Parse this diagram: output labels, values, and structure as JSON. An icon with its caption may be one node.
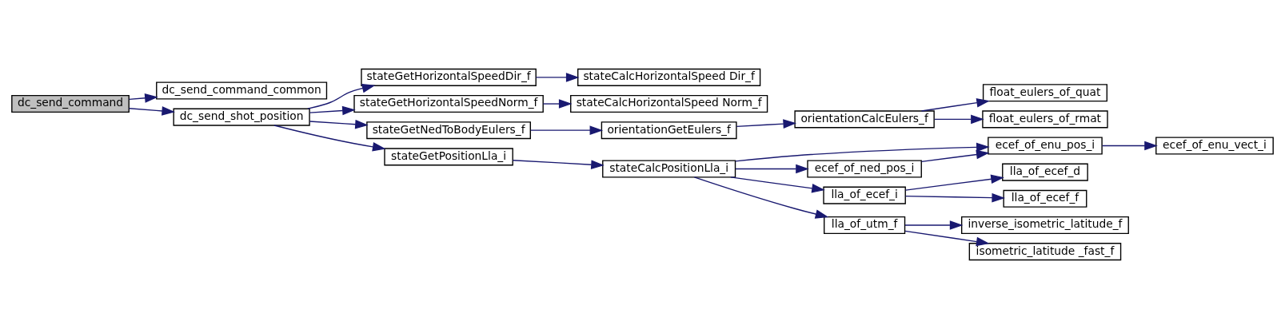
{
  "diagram": {
    "nodes": [
      {
        "text": [
          "dc_send_command"
        ]
      },
      {
        "text": [
          "dc_send_command_common"
        ]
      },
      {
        "text": [
          "dc_send_shot_position"
        ]
      },
      {
        "text": [
          "stateGetHorizontalSpeedDir_f"
        ]
      },
      {
        "text": [
          "stateCalcHorizontalSpeed Dir_f"
        ]
      },
      {
        "text": [
          "stateGetHorizontalSpeedNorm_f"
        ]
      },
      {
        "text": [
          "stateCalcHorizontalSpeed Norm_f"
        ]
      },
      {
        "text": [
          "stateGetNedToBodyEulers_f"
        ]
      },
      {
        "text": [
          "orientationGetEulers_f"
        ]
      },
      {
        "text": [
          "orientationCalcEulers_f"
        ]
      },
      {
        "text": [
          "float_eulers_of_quat"
        ]
      },
      {
        "text": [
          "float_eulers_of_rmat"
        ]
      },
      {
        "text": [
          "stateGetPositionLla_i"
        ]
      },
      {
        "text": [
          "stateCalcPositionLla_i"
        ]
      },
      {
        "text": [
          "ecef_of_enu_pos_i"
        ]
      },
      {
        "text": [
          "ecef_of_enu_vect_i"
        ]
      },
      {
        "text": [
          "ecef_of_ned_pos_i"
        ]
      },
      {
        "text": [
          "lla_of_ecef_i"
        ]
      },
      {
        "text": [
          "lla_of_ecef_d"
        ]
      },
      {
        "text": [
          "lla_of_ecef_f"
        ]
      },
      {
        "text": [
          "lla_of_utm_f"
        ]
      },
      {
        "text": [
          "inverse_isometric_latitude_f"
        ]
      },
      {
        "text": [
          "isometric_latitude _fast_f"
        ]
      }
    ],
    "edges": [
      {
        "from": 0,
        "to": 1,
        "arrow": "to"
      },
      {
        "from": 0,
        "to": 2,
        "arrow": "to"
      },
      {
        "from": 2,
        "to": 3,
        "arrow": "to"
      },
      {
        "from": 2,
        "to": 5,
        "arrow": "to"
      },
      {
        "from": 2,
        "to": 7,
        "arrow": "to"
      },
      {
        "from": 2,
        "to": 12,
        "arrow": "to"
      },
      {
        "from": 3,
        "to": 4,
        "arrow": "to"
      },
      {
        "from": 5,
        "to": 6,
        "arrow": "to"
      },
      {
        "from": 7,
        "to": 8,
        "arrow": "to"
      },
      {
        "from": 8,
        "to": 9,
        "arrow": "to"
      },
      {
        "from": 9,
        "to": 10,
        "arrow": "to"
      },
      {
        "from": 9,
        "to": 11,
        "arrow": "to"
      },
      {
        "from": 12,
        "to": 13,
        "arrow": "to"
      },
      {
        "from": 13,
        "to": 14,
        "arrow": "to"
      },
      {
        "from": 13,
        "to": 16,
        "arrow": "to"
      },
      {
        "from": 13,
        "to": 17,
        "arrow": "to"
      },
      {
        "from": 13,
        "to": 20,
        "arrow": "to"
      },
      {
        "from": 14,
        "to": 15,
        "arrow": "to"
      },
      {
        "from": 16,
        "to": 14,
        "arrow": "to"
      },
      {
        "from": 17,
        "to": 18,
        "arrow": "to"
      },
      {
        "from": 17,
        "to": 19,
        "arrow": "to"
      },
      {
        "from": 20,
        "to": 21,
        "arrow": "to"
      },
      {
        "from": 20,
        "to": 22,
        "arrow": "to"
      }
    ]
  }
}
